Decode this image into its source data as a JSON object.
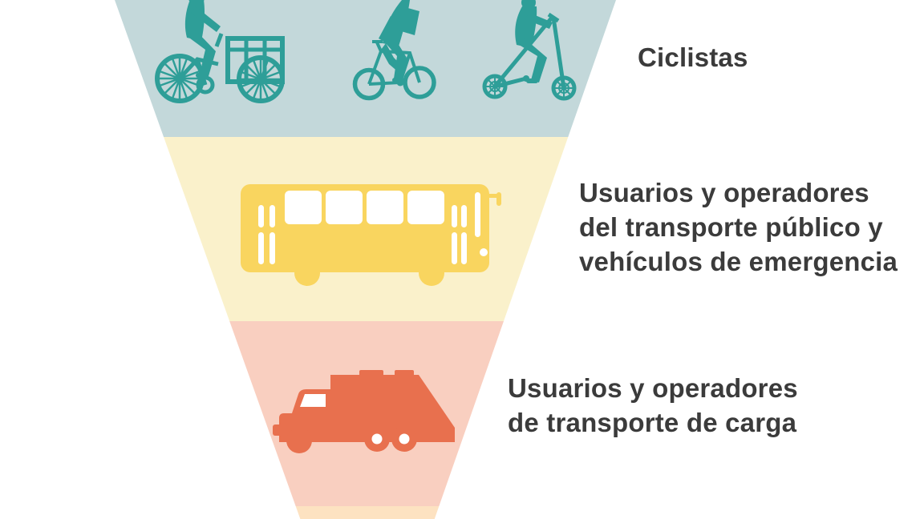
{
  "diagram": {
    "type": "inverted-pyramid-mobility-hierarchy",
    "background_color": "#ffffff",
    "text_color": "#3b3b3b",
    "levels": [
      {
        "id": "ciclistas",
        "label": "Ciclistas",
        "band_color": "#c3d8da",
        "icon_color": "#2e9e98",
        "icons": [
          "cargo-tricycle-rider-icon",
          "bicycle-rider-icon",
          "folding-bike-rider-icon"
        ]
      },
      {
        "id": "transporte-publico",
        "label": "Usuarios y operadores\ndel transporte público y\nvehículos de emergencia",
        "band_color": "#faf1cb",
        "icon_color": "#f9d55f",
        "icons": [
          "bus-icon"
        ]
      },
      {
        "id": "transporte-carga",
        "label": "Usuarios y operadores\nde transporte de carga",
        "band_color": "#f9cfc0",
        "icon_color": "#e8704e",
        "icons": [
          "cargo-truck-icon"
        ]
      },
      {
        "id": "nivel-inferior-parcial",
        "label": "",
        "band_color": "#fde2c1",
        "icons": []
      }
    ]
  }
}
